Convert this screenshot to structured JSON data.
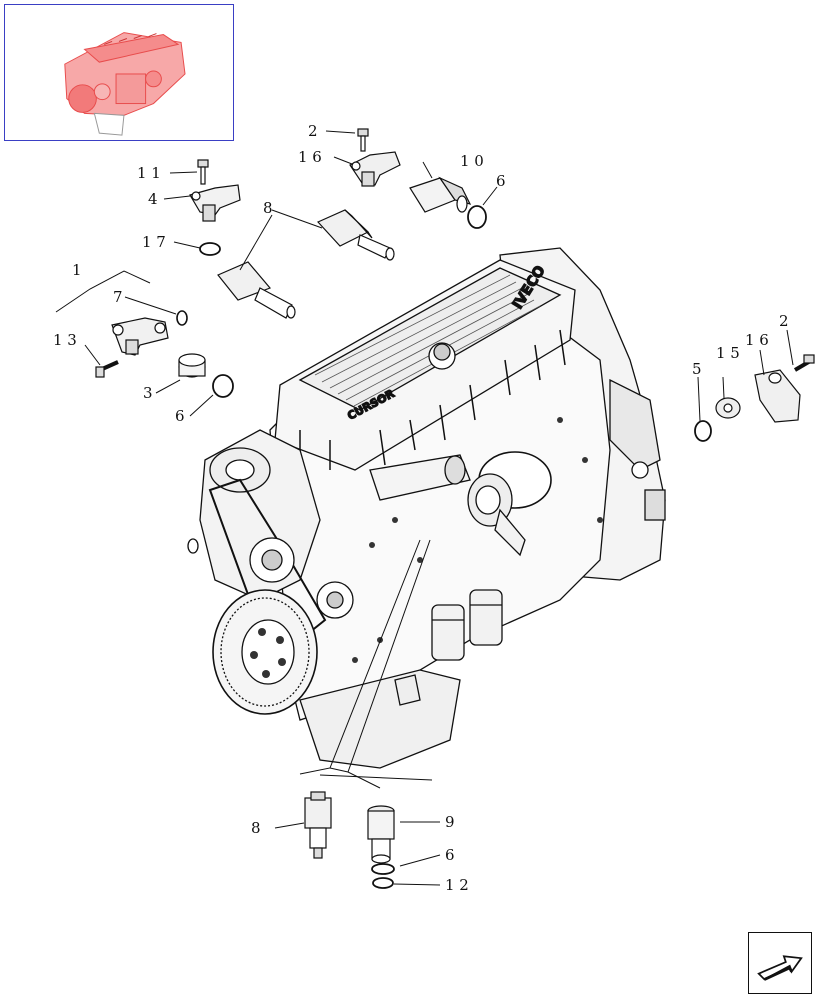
{
  "thumbnail": {
    "icon": "engine-thumbnail-icon",
    "border_color": "#3a3fc4",
    "highlight_color": "#f06a6a"
  },
  "callouts": [
    {
      "id": "c2a",
      "label": "2"
    },
    {
      "id": "c16a",
      "label": "1 6"
    },
    {
      "id": "c10",
      "label": "1 0"
    },
    {
      "id": "c6a",
      "label": "6"
    },
    {
      "id": "c11",
      "label": "1 1"
    },
    {
      "id": "c4",
      "label": "4"
    },
    {
      "id": "c8a",
      "label": "8"
    },
    {
      "id": "c17",
      "label": "1 7"
    },
    {
      "id": "c1",
      "label": "1"
    },
    {
      "id": "c7",
      "label": "7"
    },
    {
      "id": "c13",
      "label": "1 3"
    },
    {
      "id": "c3",
      "label": "3"
    },
    {
      "id": "c6b",
      "label": "6"
    },
    {
      "id": "c5",
      "label": "5"
    },
    {
      "id": "c15",
      "label": "1 5"
    },
    {
      "id": "c16b",
      "label": "1 6"
    },
    {
      "id": "c2b",
      "label": "2"
    },
    {
      "id": "c8b",
      "label": "8"
    },
    {
      "id": "c9",
      "label": "9"
    },
    {
      "id": "c6c",
      "label": "6"
    },
    {
      "id": "c12",
      "label": "1 2"
    }
  ],
  "engine": {
    "brand_text": "IVECO",
    "model_text": "CURSOR"
  },
  "nav": {
    "icon": "next-page-arrow-icon"
  }
}
